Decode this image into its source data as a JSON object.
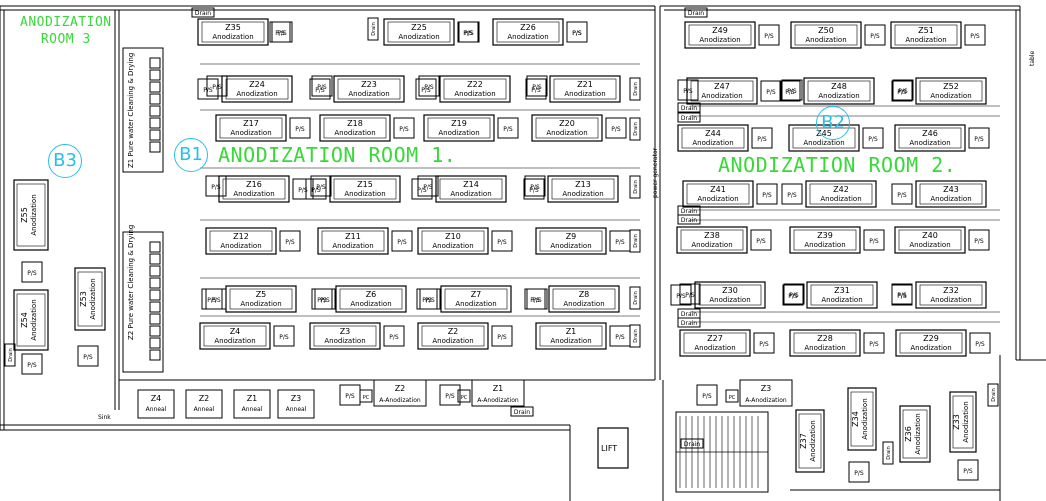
{
  "rooms": {
    "room1": "ANODIZATION  ROOM  1.",
    "room2": "ANODIZATION  ROOM  2.",
    "room3_line1": "ANODIZATION",
    "room3_line2": "ROOM 3"
  },
  "markers": {
    "b1": "B1",
    "b2": "B2",
    "b3": "B3"
  },
  "labels": {
    "ps": "P/S",
    "pc": "PC",
    "drain": "Drain",
    "anodization": "Anodization",
    "anneal": "Anneal",
    "a_anodization": "A-Anodization",
    "lift": "LIFT",
    "sink": "Sink",
    "power_generator": "power generator",
    "table": "table",
    "pure_water_z1": "Z1   Pure water Cleaning & Drying",
    "pure_water_z2": "Z2   Pure water Cleaning & Drying"
  },
  "stations": [
    {
      "id": "Z35",
      "name": "Z35",
      "sub": "Anodization"
    },
    {
      "id": "Z25",
      "name": "Z25",
      "sub": "Anodization"
    },
    {
      "id": "Z26",
      "name": "Z26",
      "sub": "Anodization"
    },
    {
      "id": "Z24",
      "name": "Z24",
      "sub": "Anodization"
    },
    {
      "id": "Z23",
      "name": "Z23",
      "sub": "Anodization"
    },
    {
      "id": "Z22",
      "name": "Z22",
      "sub": "Anodization"
    },
    {
      "id": "Z21",
      "name": "Z21",
      "sub": "Anodization"
    },
    {
      "id": "Z17",
      "name": "Z17",
      "sub": "Anodization"
    },
    {
      "id": "Z18",
      "name": "Z18",
      "sub": "Anodization"
    },
    {
      "id": "Z19",
      "name": "Z19",
      "sub": "Anodization"
    },
    {
      "id": "Z20",
      "name": "Z20",
      "sub": "Anodization"
    },
    {
      "id": "Z16",
      "name": "Z16",
      "sub": "Anodization"
    },
    {
      "id": "Z15",
      "name": "Z15",
      "sub": "Anodization"
    },
    {
      "id": "Z14",
      "name": "Z14",
      "sub": "Anodization"
    },
    {
      "id": "Z13",
      "name": "Z13",
      "sub": "Anodization"
    },
    {
      "id": "Z12",
      "name": "Z12",
      "sub": "Anodization"
    },
    {
      "id": "Z11",
      "name": "Z11",
      "sub": "Anodization"
    },
    {
      "id": "Z10",
      "name": "Z10",
      "sub": "Anodization"
    },
    {
      "id": "Z9",
      "name": "Z9",
      "sub": "Anodization"
    },
    {
      "id": "Z5",
      "name": "Z5",
      "sub": "Anodization"
    },
    {
      "id": "Z6",
      "name": "Z6",
      "sub": "Anodization"
    },
    {
      "id": "Z7",
      "name": "Z7",
      "sub": "Anodization"
    },
    {
      "id": "Z8",
      "name": "Z8",
      "sub": "Anodization"
    },
    {
      "id": "Z4",
      "name": "Z4",
      "sub": "Anodization"
    },
    {
      "id": "Z3",
      "name": "Z3",
      "sub": "Anodization"
    },
    {
      "id": "Z2",
      "name": "Z2",
      "sub": "Anodization"
    },
    {
      "id": "Z1",
      "name": "Z1",
      "sub": "Anodization"
    },
    {
      "id": "Z49",
      "name": "Z49",
      "sub": "Anodization"
    },
    {
      "id": "Z50",
      "name": "Z50",
      "sub": "Anodization"
    },
    {
      "id": "Z51",
      "name": "Z51",
      "sub": "Anodization"
    },
    {
      "id": "Z47",
      "name": "Z47",
      "sub": "Anodization"
    },
    {
      "id": "Z48",
      "name": "Z48",
      "sub": "Anodization"
    },
    {
      "id": "Z52",
      "name": "Z52",
      "sub": "Anodization"
    },
    {
      "id": "Z44",
      "name": "Z44",
      "sub": "Anodization"
    },
    {
      "id": "Z45",
      "name": "Z45",
      "sub": "Anodization"
    },
    {
      "id": "Z46",
      "name": "Z46",
      "sub": "Anodization"
    },
    {
      "id": "Z41",
      "name": "Z41",
      "sub": "Anodization"
    },
    {
      "id": "Z42",
      "name": "Z42",
      "sub": "Anodization"
    },
    {
      "id": "Z43",
      "name": "Z43",
      "sub": "Anodization"
    },
    {
      "id": "Z38",
      "name": "Z38",
      "sub": "Anodization"
    },
    {
      "id": "Z39",
      "name": "Z39",
      "sub": "Anodization"
    },
    {
      "id": "Z40",
      "name": "Z40",
      "sub": "Anodization"
    },
    {
      "id": "Z30",
      "name": "Z30",
      "sub": "Anodization"
    },
    {
      "id": "Z31",
      "name": "Z31",
      "sub": "Anodization"
    },
    {
      "id": "Z32",
      "name": "Z32",
      "sub": "Anodization"
    },
    {
      "id": "Z27",
      "name": "Z27",
      "sub": "Anodization"
    },
    {
      "id": "Z28",
      "name": "Z28",
      "sub": "Anodization"
    },
    {
      "id": "Z29",
      "name": "Z29",
      "sub": "Anodization"
    }
  ],
  "vertical_stations": [
    {
      "id": "Z55",
      "name": "Z55",
      "sub": "Anodization"
    },
    {
      "id": "Z54",
      "name": "Z54",
      "sub": "Anodization"
    },
    {
      "id": "Z53",
      "name": "Z53",
      "sub": "Anodization"
    },
    {
      "id": "Z37",
      "name": "Z37",
      "sub": "Anodization"
    },
    {
      "id": "Z34",
      "name": "Z34",
      "sub": "Anodization"
    },
    {
      "id": "Z36",
      "name": "Z36",
      "sub": "Anodization"
    },
    {
      "id": "Z33",
      "name": "Z33",
      "sub": "Anodization"
    }
  ],
  "anneal_units": [
    {
      "id": "Z4",
      "name": "Z4",
      "sub": "Anneal"
    },
    {
      "id": "Z2",
      "name": "Z2",
      "sub": "Anneal"
    },
    {
      "id": "Z1",
      "name": "Z1",
      "sub": "Anneal"
    },
    {
      "id": "Z3",
      "name": "Z3",
      "sub": "Anneal"
    }
  ],
  "a_anodization_units": [
    {
      "id": "Z2",
      "name": "Z2",
      "sub": "A-Anodization"
    },
    {
      "id": "Z1",
      "name": "Z1",
      "sub": "A-Anodization"
    },
    {
      "id": "Z3",
      "name": "Z3",
      "sub": "A-Anodization"
    }
  ]
}
